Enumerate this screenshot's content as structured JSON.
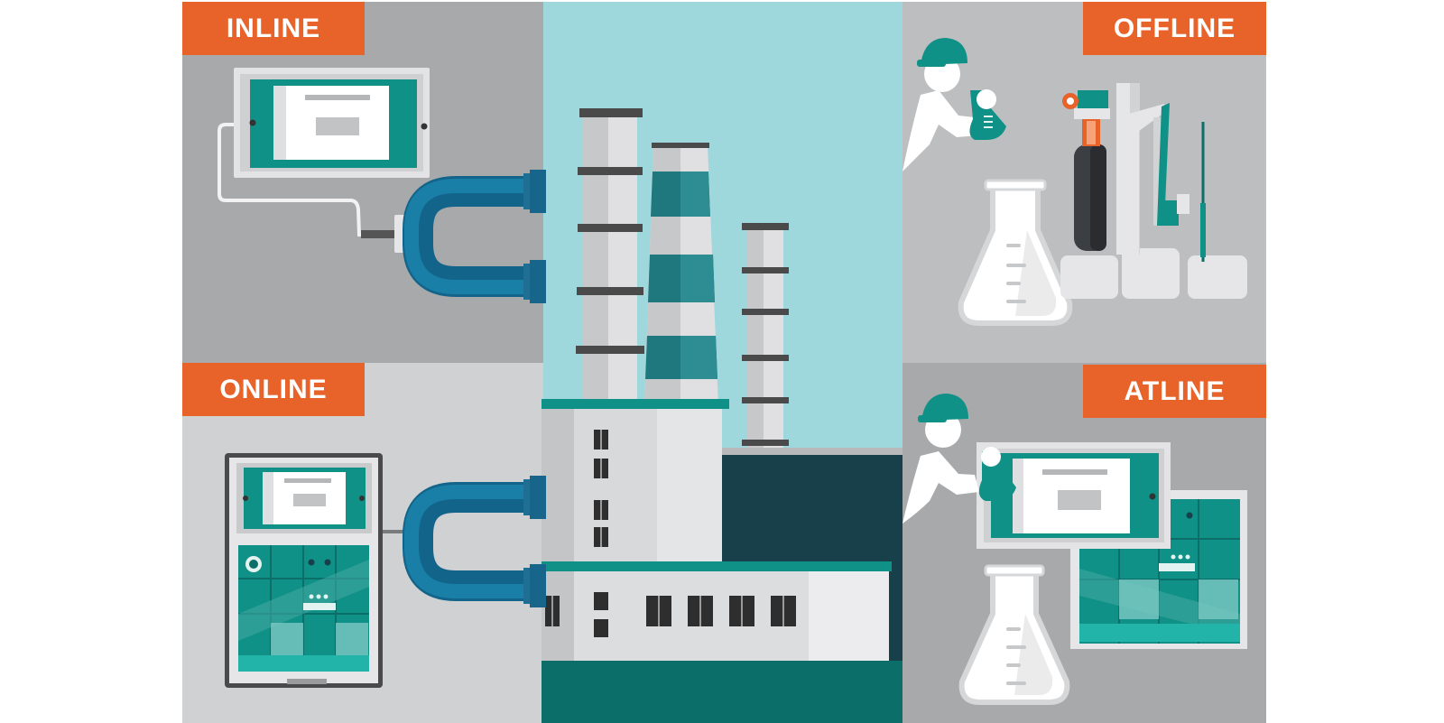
{
  "labels": {
    "inline": "INLINE",
    "online": "ONLINE",
    "offline": "OFFLINE",
    "atline": "ATLINE"
  },
  "colors": {
    "accent_orange": "#e8632a",
    "teal": "#0f9187",
    "teal_dark": "#0b6e69",
    "sky": "#9fd8dc",
    "pipe_blue": "#1a7fa6",
    "pipe_blue_dark": "#13648a",
    "building_dark": "#17404a",
    "panel_gray_dark": "#a8a9ab",
    "panel_gray_light": "#d0d1d3"
  },
  "icons": {
    "inline": "tablet-probe-icon",
    "online": "online-analyzer-icon",
    "offline": "lab-flask-titrator-icon",
    "atline": "scientist-tablet-icon",
    "center": "factory-icon"
  }
}
